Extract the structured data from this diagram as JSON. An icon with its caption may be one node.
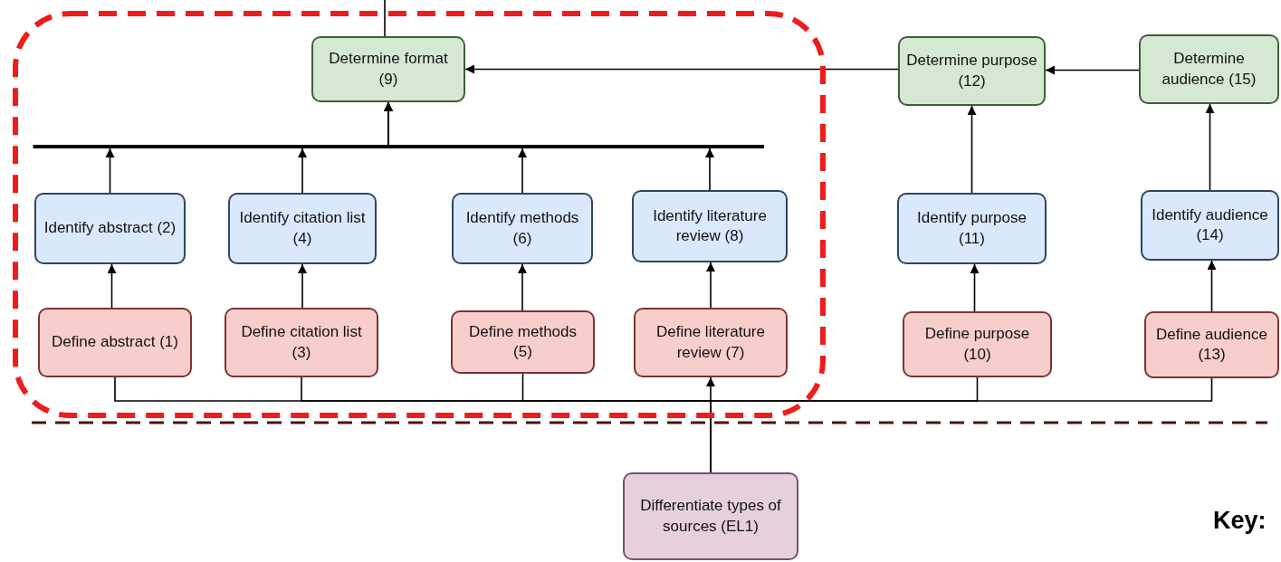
{
  "diagram": {
    "nodes": [
      {
        "text": [],
        "shape": "box"
      },
      {
        "text": [
          "Determine format (9)"
        ],
        "in": 0
      },
      {
        "text": [
          "Identify abstract (2)"
        ],
        "in": 0
      },
      {
        "text": [
          "Identify citation list (4)"
        ],
        "in": 0
      },
      {
        "text": [
          "Identify methods (6)"
        ],
        "in": 0
      },
      {
        "text": [
          "Identify literature review (8)"
        ],
        "in": 0
      },
      {
        "text": [
          "Define abstract (1)"
        ],
        "in": 0
      },
      {
        "text": [
          "Define citation list (3)"
        ],
        "in": 0
      },
      {
        "text": [
          "Define methods (5)"
        ],
        "in": 0
      },
      {
        "text": [
          "Define literature review (7)"
        ],
        "in": 0
      },
      {
        "text": [
          "Determine purpose (12)"
        ]
      },
      {
        "text": [
          "Determine audience (15)"
        ]
      },
      {
        "text": [
          "Identify purpose (11)"
        ]
      },
      {
        "text": [
          "Identify audience (14)"
        ]
      },
      {
        "text": [
          "Define purpose (10)"
        ]
      },
      {
        "text": [
          "Define audience (13)"
        ]
      },
      {
        "text": [
          "Differentiate types of sources (EL1)"
        ]
      }
    ],
    "edges": [
      {
        "from": 1,
        "to": null,
        "arrow": "none"
      },
      {
        "from": 2,
        "to": 1,
        "arrow": "to"
      },
      {
        "from": 3,
        "to": 1,
        "arrow": "to"
      },
      {
        "from": 4,
        "to": 1,
        "arrow": "to"
      },
      {
        "from": 5,
        "to": 1,
        "arrow": "to"
      },
      {
        "from": 6,
        "to": 2,
        "arrow": "to"
      },
      {
        "from": 7,
        "to": 3,
        "arrow": "to"
      },
      {
        "from": 8,
        "to": 4,
        "arrow": "to"
      },
      {
        "from": 9,
        "to": 5,
        "arrow": "to"
      },
      {
        "from": 10,
        "to": 1,
        "arrow": "to"
      },
      {
        "from": 12,
        "to": 10,
        "arrow": "to"
      },
      {
        "from": 14,
        "to": 12,
        "arrow": "to"
      },
      {
        "from": 11,
        "to": 10,
        "arrow": "to"
      },
      {
        "from": 15,
        "to": 13,
        "arrow": "to"
      },
      {
        "from": 13,
        "to": 11,
        "arrow": "to"
      },
      {
        "from": 16,
        "to": 6,
        "arrow": "none"
      },
      {
        "from": 16,
        "to": 7,
        "arrow": "none"
      },
      {
        "from": 16,
        "to": 8,
        "arrow": "none"
      },
      {
        "from": 16,
        "to": 9,
        "arrow": "to"
      },
      {
        "from": 16,
        "to": 14,
        "arrow": "none"
      },
      {
        "from": 16,
        "to": 15,
        "arrow": "none"
      }
    ],
    "labels": [
      "Key:"
    ]
  }
}
